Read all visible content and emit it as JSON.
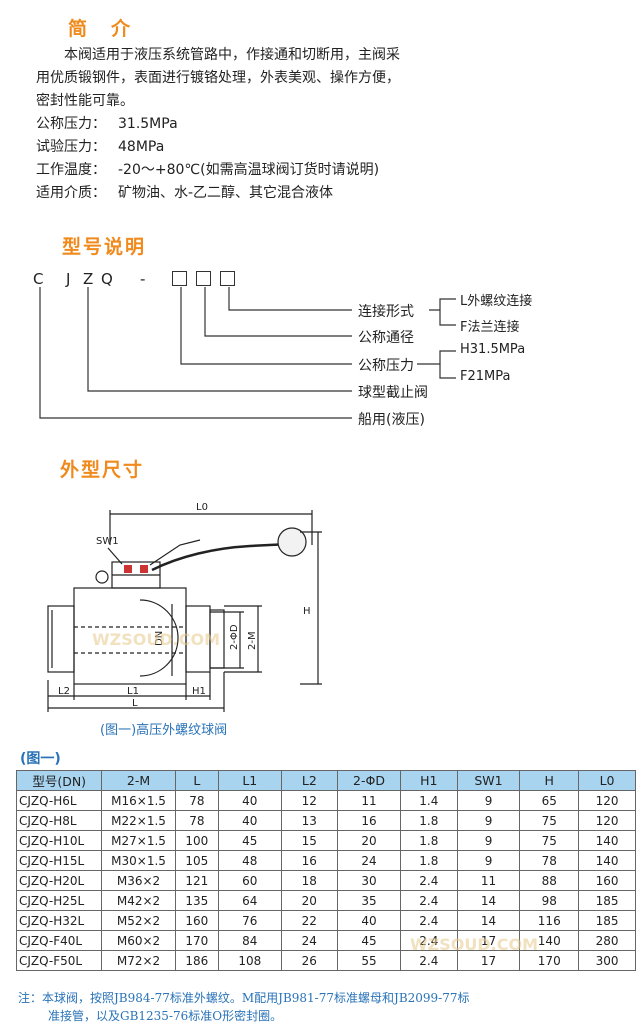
{
  "intro": {
    "title": "简介",
    "desc_line1": "本阀适用于液压系统管路中，作接通和切断用，主阀采",
    "desc_line2": "用优质锻钢件，表面进行镀铬处理，外表美观、操作方便，",
    "desc_line3": "密封性能可靠。",
    "specs": [
      {
        "key": "公称压力：",
        "value": "31.5MPa"
      },
      {
        "key": "试验压力：",
        "value": "48MPa"
      },
      {
        "key": "工作温度：",
        "value": "-20～+80℃(如需高温球阀订货时请说明)"
      },
      {
        "key": "适用介质：",
        "value": "矿物油、水-乙二醇、其它混合液体"
      }
    ]
  },
  "model": {
    "title": "型号说明",
    "code_letters": [
      "C",
      "J",
      "Z",
      "Q",
      "-"
    ],
    "labels": {
      "connection": "连接形式",
      "bore": "公称通径",
      "pressure": "公称压力",
      "valve": "球型截止阀",
      "marine": "船用(液压)"
    },
    "options": {
      "conn_l": "L外螺纹连接",
      "conn_f": "F法兰连接",
      "press_h": "H31.5MPa",
      "press_f": "F21MPa"
    }
  },
  "dimensions": {
    "title": "外型尺寸",
    "drawing_labels": {
      "lo": "L0",
      "sw1": "SW1",
      "h": "H",
      "dn": "DN",
      "phi_d": "2-ΦD",
      "m": "2-M",
      "l1": "L1",
      "l2": "L2",
      "h1": "H1",
      "l": "L"
    },
    "caption": "(图一)高压外螺纹球阀",
    "watermark": "WZSOUD.COM"
  },
  "table": {
    "title": "(图一)",
    "headers": [
      "型号(DN)",
      "2-M",
      "L",
      "L1",
      "L2",
      "2-ΦD",
      "H1",
      "SW1",
      "H",
      "L0"
    ],
    "rows": [
      [
        "CJZQ-H6L",
        "M16×1.5",
        "78",
        "40",
        "12",
        "11",
        "1.4",
        "9",
        "65",
        "120"
      ],
      [
        "CJZQ-H8L",
        "M22×1.5",
        "78",
        "40",
        "13",
        "16",
        "1.8",
        "9",
        "75",
        "120"
      ],
      [
        "CJZQ-H10L",
        "M27×1.5",
        "100",
        "45",
        "15",
        "20",
        "1.8",
        "9",
        "75",
        "140"
      ],
      [
        "CJZQ-H15L",
        "M30×1.5",
        "105",
        "48",
        "16",
        "24",
        "1.8",
        "9",
        "78",
        "140"
      ],
      [
        "CJZQ-H20L",
        "M36×2",
        "121",
        "60",
        "18",
        "30",
        "2.4",
        "11",
        "88",
        "160"
      ],
      [
        "CJZQ-H25L",
        "M42×2",
        "135",
        "64",
        "20",
        "35",
        "2.4",
        "14",
        "98",
        "185"
      ],
      [
        "CJZQ-H32L",
        "M52×2",
        "160",
        "76",
        "22",
        "40",
        "2.4",
        "14",
        "116",
        "185"
      ],
      [
        "CJZQ-F40L",
        "M60×2",
        "170",
        "84",
        "24",
        "45",
        "2.4",
        "17",
        "140",
        "280"
      ],
      [
        "CJZQ-F50L",
        "M72×2",
        "186",
        "108",
        "26",
        "55",
        "2.4",
        "17",
        "170",
        "300"
      ]
    ]
  },
  "note": {
    "line1": "注：本球阀，按照JB984-77标准外螺纹。M配用JB981-77标准螺母和JB2099-77标",
    "line2": "准接管，以及GB1235-76标准O形密封圈。"
  },
  "colors": {
    "heading": "#f08a1c",
    "accent_blue": "#2a73b8",
    "table_header": "#a8d4f0"
  }
}
